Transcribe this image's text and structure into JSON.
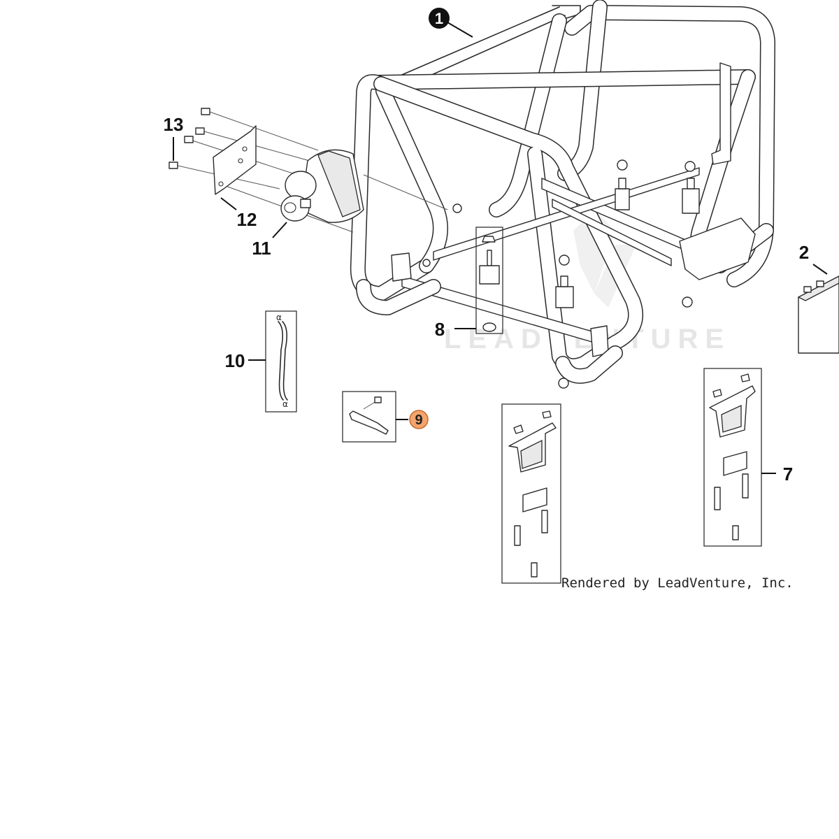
{
  "diagram": {
    "callouts": [
      {
        "id": "1",
        "label": "1",
        "style": "filled"
      },
      {
        "id": "2",
        "label": "2",
        "style": "plain"
      },
      {
        "id": "7",
        "label": "7",
        "style": "plain"
      },
      {
        "id": "8",
        "label": "8",
        "style": "plain"
      },
      {
        "id": "9",
        "label": "9",
        "style": "highlighted"
      },
      {
        "id": "10",
        "label": "10",
        "style": "plain"
      },
      {
        "id": "11",
        "label": "11",
        "style": "plain"
      },
      {
        "id": "12",
        "label": "12",
        "style": "plain"
      },
      {
        "id": "13",
        "label": "13",
        "style": "plain"
      }
    ],
    "credit": "Rendered by LeadVenture, Inc.",
    "watermark": "LEADVENTURE",
    "colors": {
      "line": "#2a2a2a",
      "highlight_fill": "#f4a46c",
      "highlight_stroke": "#c46a2a",
      "filled_badge": "#111111",
      "watermark": "#e6e6e6"
    }
  }
}
